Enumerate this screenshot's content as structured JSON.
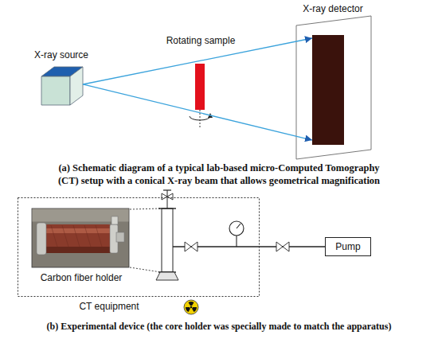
{
  "diagram": {
    "nodes": [
      {
        "text": [
          "X-ray source"
        ]
      },
      {
        "text": [
          "Rotating sample"
        ]
      },
      {
        "text": [
          "X-ray detector"
        ]
      },
      {
        "text": [
          "CT equipment"
        ]
      },
      {
        "text": [
          "Carbon fiber holder"
        ],
        "in": 3
      },
      {
        "text": [
          "Pump"
        ]
      }
    ],
    "edges": [
      {
        "from": 0,
        "to": 2,
        "arrow": "to"
      },
      {
        "from": 0,
        "to": 2,
        "arrow": "to"
      },
      {
        "from": 3,
        "to": 5,
        "arrow": "none"
      }
    ],
    "labels": [
      "(a) Schematic diagram of a typical lab-based micro-Computed Tomography (CT) setup with a conical X-ray beam that allows geometrical magnification",
      "(b) Experimental device (the core holder was specially made to match the apparatus)"
    ]
  }
}
